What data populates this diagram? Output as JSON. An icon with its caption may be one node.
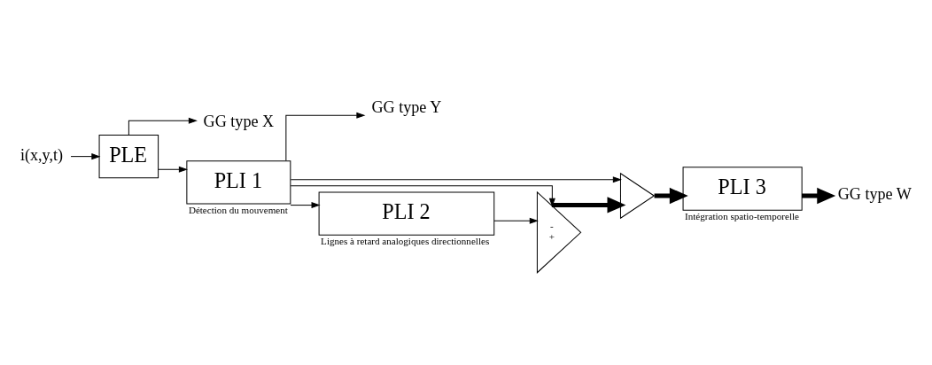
{
  "diagram": {
    "nodes": [
      {
        "text": [
          "i(x,y,t)"
        ]
      },
      {
        "text": [
          "PLE"
        ]
      },
      {
        "text": [
          "GG type X"
        ]
      },
      {
        "text": [
          "PLI 1"
        ],
        "beside": [
          "Détection du mouvement"
        ]
      },
      {
        "text": [
          "GG type Y"
        ]
      },
      {
        "text": [],
        "shape": "triangle"
      },
      {
        "text": [
          "PLI 2"
        ],
        "beside": [
          "Lignes à retard analogiques directionnelles"
        ]
      },
      {
        "text": [
          "-",
          "+"
        ]
      },
      {
        "text": [
          "PLI 3"
        ],
        "beside": [
          "Intégration spatio-temporelle"
        ]
      },
      {
        "text": [
          "GG type W"
        ]
      }
    ],
    "edges": [
      {
        "from": 0,
        "to": 1,
        "arrow": "to"
      },
      {
        "from": 1,
        "to": 3,
        "arrow": "to"
      },
      {
        "from": 1,
        "to": 2,
        "arrow": "to"
      },
      {
        "from": 3,
        "to": 5,
        "arrow": "to"
      },
      {
        "from": 3,
        "to": 4,
        "arrow": "to"
      },
      {
        "from": 3,
        "to": 6,
        "arrow": "to"
      },
      {
        "from": 3,
        "to": 7,
        "arrow": "to"
      },
      {
        "from": 6,
        "to": 7,
        "arrow": "to"
      },
      {
        "from": 7,
        "to": 5,
        "arrow": "to",
        "style": "thick"
      },
      {
        "from": 5,
        "to": 8,
        "arrow": "to",
        "style": "thick"
      },
      {
        "from": 8,
        "to": 9,
        "arrow": "to",
        "style": "thick"
      }
    ]
  }
}
